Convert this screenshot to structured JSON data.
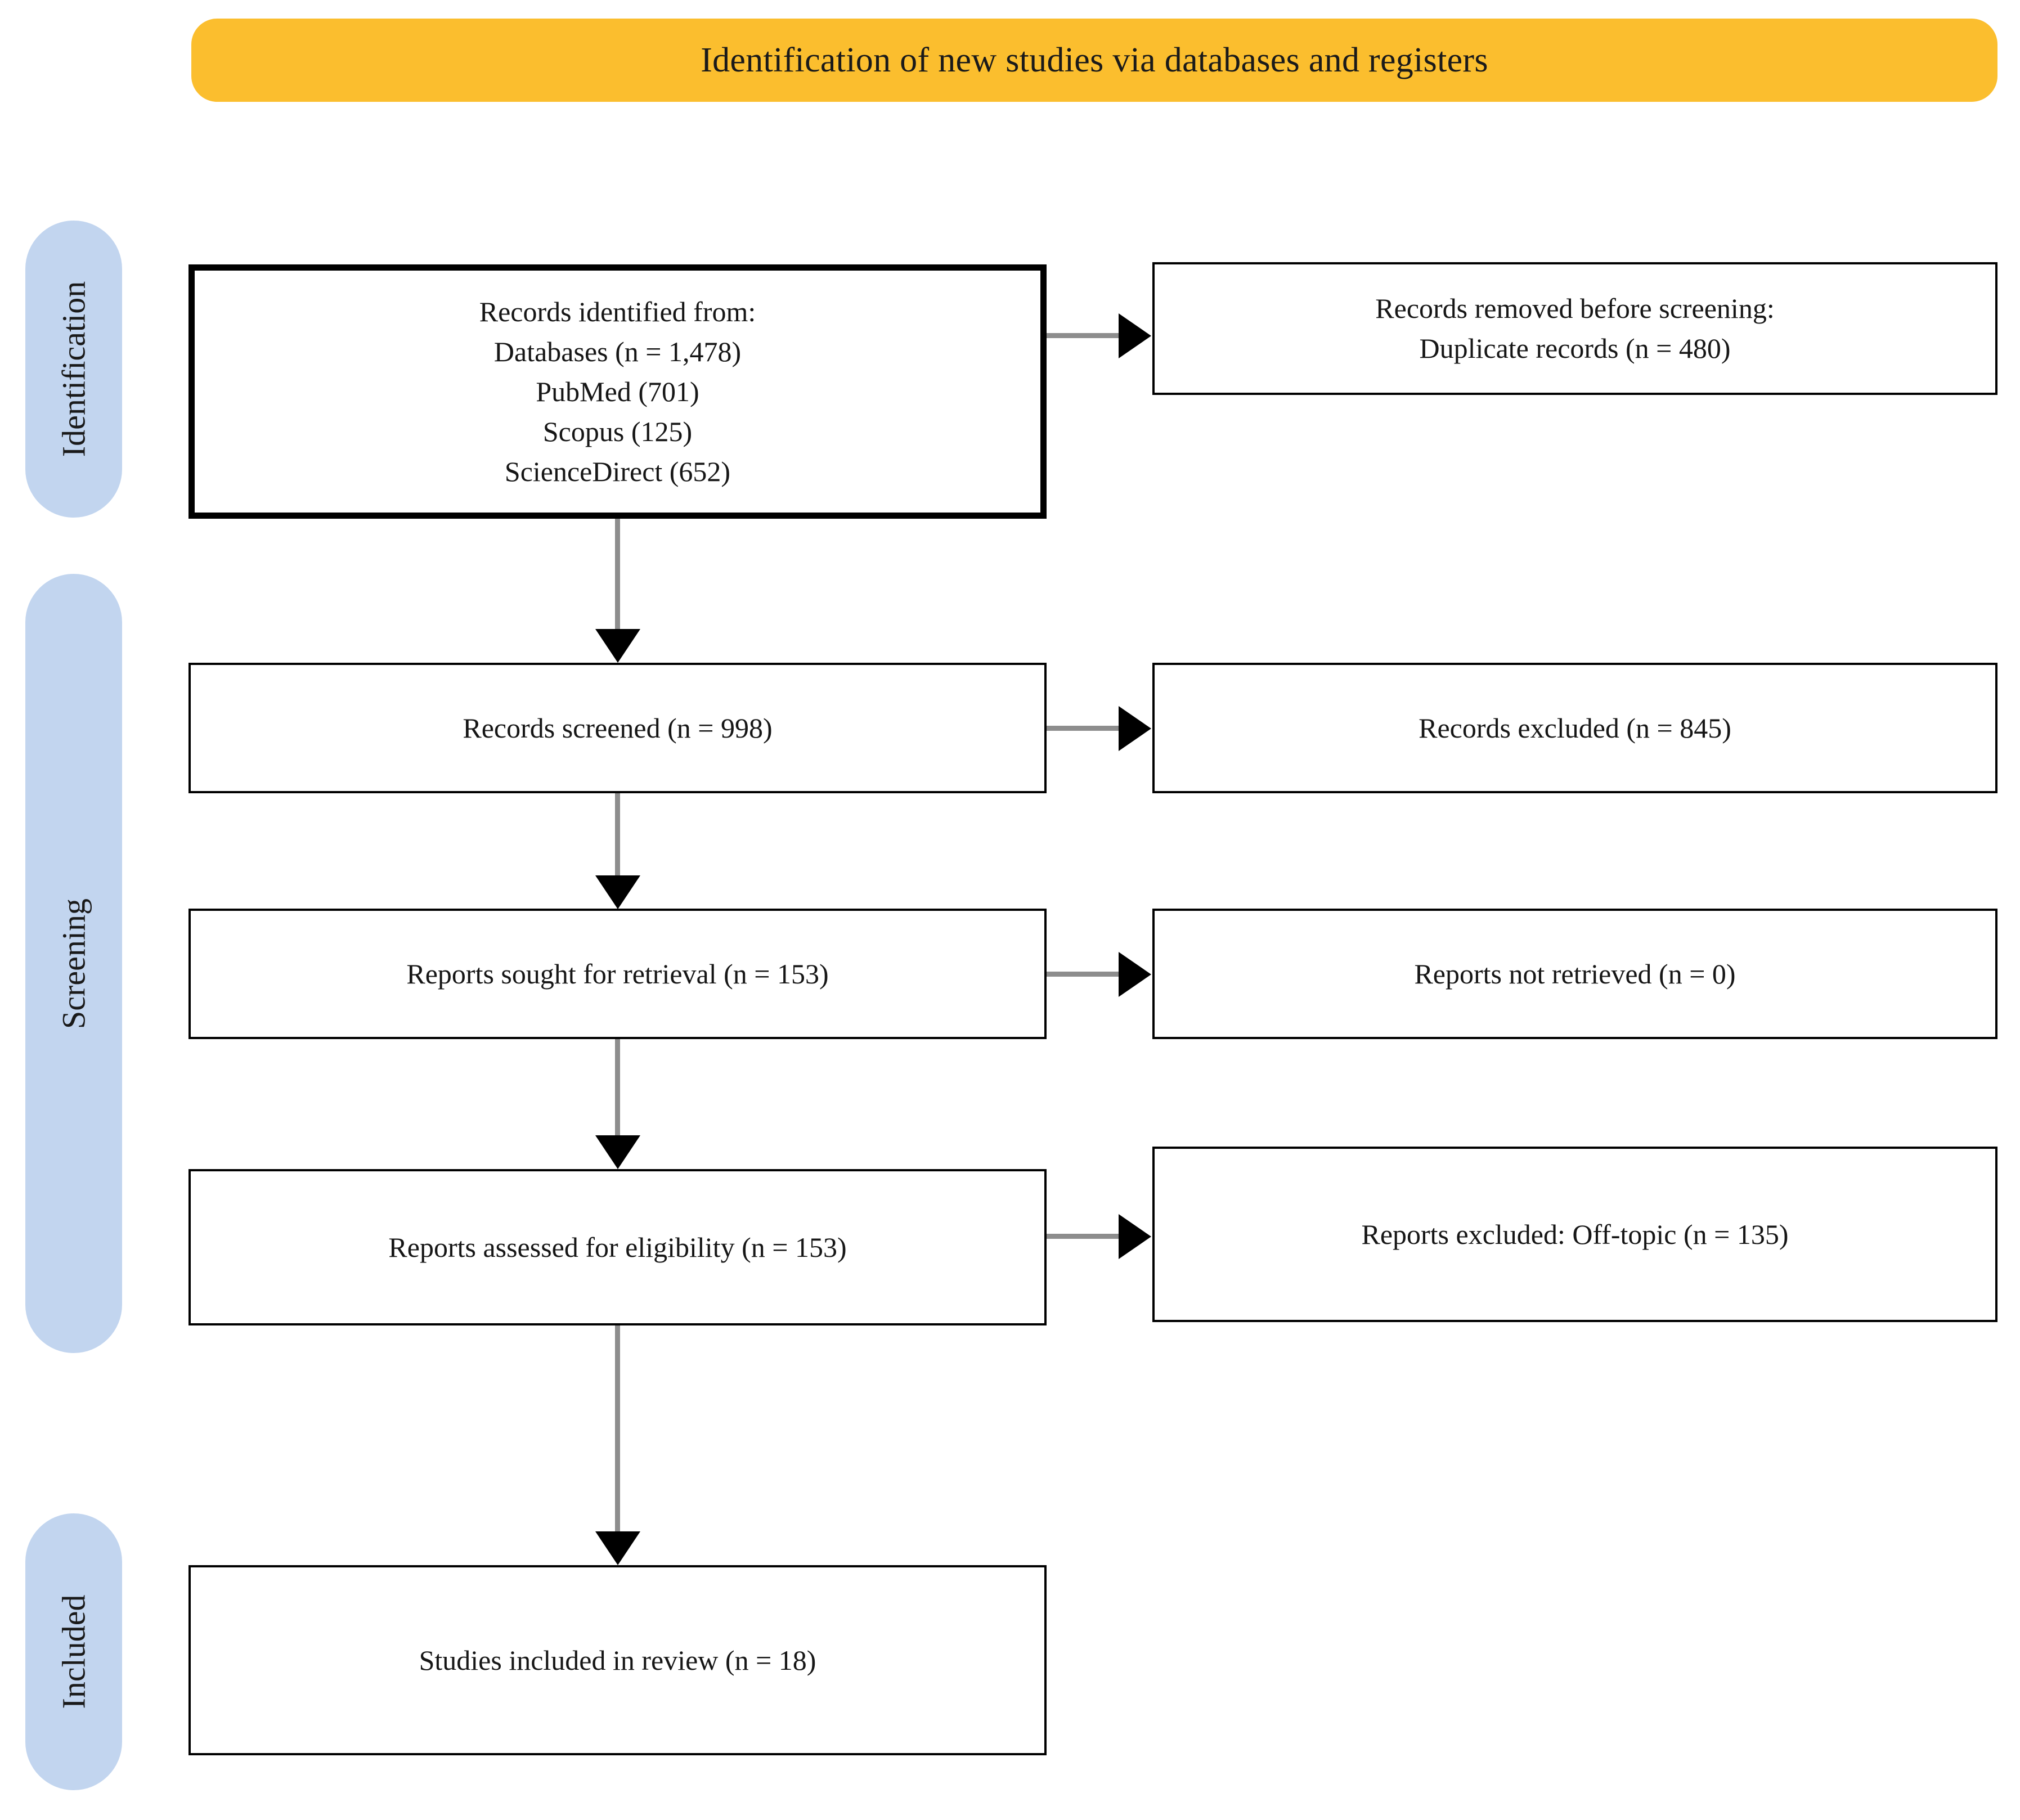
{
  "header": {
    "title": "Identification of new studies via databases and registers",
    "color": "#FBBE2E"
  },
  "stages": {
    "color": "#C2D5EF",
    "identification": "Identification",
    "screening": "Screening",
    "included": "Included"
  },
  "flow": {
    "identified": {
      "line1": "Records identified from:",
      "line2": "Databases (n = 1,478)",
      "line3": "PubMed (701)",
      "line4": "Scopus (125)",
      "line5": "ScienceDirect (652)"
    },
    "removed": {
      "line1": "Records removed before screening:",
      "line2": "Duplicate records (n = 480)"
    },
    "screened": {
      "line1": "Records screened (n = 998)"
    },
    "excluded_records": {
      "line1": "Records excluded (n = 845)"
    },
    "sought": {
      "line1": "Reports sought for retrieval (n = 153)"
    },
    "not_retrieved": {
      "line1": "Reports not retrieved (n = 0)"
    },
    "assessed": {
      "line1": "Reports assessed for eligibility (n = 153)"
    },
    "excluded_offtopic": {
      "line1": "Reports excluded: Off-topic (n = 135)"
    },
    "included_review": {
      "line1": "Studies included in review (n = 18)"
    }
  },
  "chart_data": {
    "type": "diagram",
    "title": "Identification of new studies via databases and registers",
    "stages": [
      "Identification",
      "Screening",
      "Included"
    ],
    "nodes": [
      {
        "id": "identified",
        "stage": "Identification",
        "column": "left",
        "label": "Records identified from: Databases (n = 1,478); PubMed (701); Scopus (125); ScienceDirect (652)",
        "n": 1478
      },
      {
        "id": "removed",
        "stage": "Identification",
        "column": "right",
        "label": "Records removed before screening: Duplicate records (n = 480)",
        "n": 480
      },
      {
        "id": "screened",
        "stage": "Screening",
        "column": "left",
        "label": "Records screened (n = 998)",
        "n": 998
      },
      {
        "id": "excluded_records",
        "stage": "Screening",
        "column": "right",
        "label": "Records excluded (n = 845)",
        "n": 845
      },
      {
        "id": "sought",
        "stage": "Screening",
        "column": "left",
        "label": "Reports sought for retrieval (n = 153)",
        "n": 153
      },
      {
        "id": "not_retrieved",
        "stage": "Screening",
        "column": "right",
        "label": "Reports not retrieved (n = 0)",
        "n": 0
      },
      {
        "id": "assessed",
        "stage": "Screening",
        "column": "left",
        "label": "Reports assessed for eligibility (n = 153)",
        "n": 153
      },
      {
        "id": "excluded_offtopic",
        "stage": "Screening",
        "column": "right",
        "label": "Reports excluded: Off-topic (n = 135)",
        "n": 135
      },
      {
        "id": "included_review",
        "stage": "Included",
        "column": "left",
        "label": "Studies included in review (n = 18)",
        "n": 18
      }
    ],
    "edges": [
      {
        "from": "identified",
        "to": "removed",
        "direction": "right"
      },
      {
        "from": "identified",
        "to": "screened",
        "direction": "down"
      },
      {
        "from": "screened",
        "to": "excluded_records",
        "direction": "right"
      },
      {
        "from": "screened",
        "to": "sought",
        "direction": "down"
      },
      {
        "from": "sought",
        "to": "not_retrieved",
        "direction": "right"
      },
      {
        "from": "sought",
        "to": "assessed",
        "direction": "down"
      },
      {
        "from": "assessed",
        "to": "excluded_offtopic",
        "direction": "right"
      },
      {
        "from": "assessed",
        "to": "included_review",
        "direction": "down"
      }
    ]
  }
}
